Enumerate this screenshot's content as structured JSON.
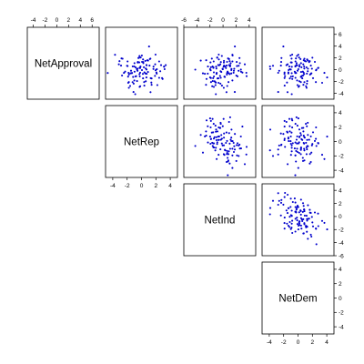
{
  "chart_data": {
    "type": "scatter",
    "title": "",
    "layout": "pairs-upper",
    "variables": [
      "NetApproval",
      "NetRep",
      "NetInd",
      "NetDem"
    ],
    "axes": {
      "NetApproval": {
        "range": [
          -5,
          7.2
        ],
        "ticks": [
          -4,
          -2,
          0,
          2,
          4,
          6
        ]
      },
      "NetRep": {
        "range": [
          -5,
          5
        ],
        "ticks": [
          -4,
          -2,
          0,
          2,
          4
        ]
      },
      "NetInd": {
        "range": [
          -6,
          5
        ],
        "ticks": [
          -6,
          -4,
          -2,
          0,
          2,
          4
        ]
      },
      "NetDem": {
        "range": [
          -5,
          5
        ],
        "ticks": [
          -4,
          -2,
          0,
          2,
          4
        ]
      }
    },
    "point_color": "#0000cc",
    "n_points": 110,
    "correlations": {
      "NetApproval|NetRep": 0.2,
      "NetApproval|NetInd": 0.0,
      "NetApproval|NetDem": -0.05,
      "NetRep|NetInd": -0.4,
      "NetRep|NetDem": -0.1,
      "NetInd|NetDem": -0.55
    },
    "spread": {
      "NetApproval": 1.7,
      "NetRep": 1.7,
      "NetInd": 1.8,
      "NetDem": 1.7
    }
  }
}
